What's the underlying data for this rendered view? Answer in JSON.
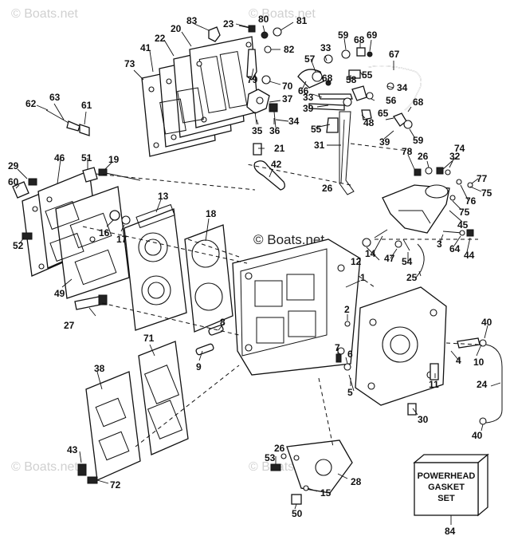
{
  "watermark": "© Boats.net",
  "gasket_set": {
    "lines": [
      "POWERHEAD",
      "GASKET",
      "SET"
    ],
    "callout": "84"
  },
  "callouts": [
    "1",
    "2",
    "3",
    "4",
    "5",
    "6",
    "7",
    "8",
    "9",
    "10",
    "11",
    "12",
    "13",
    "14",
    "15",
    "16",
    "17",
    "18",
    "19",
    "20",
    "21",
    "22",
    "23",
    "24",
    "25",
    "26",
    "26",
    "26",
    "27",
    "28",
    "29",
    "30",
    "31",
    "32",
    "33",
    "33",
    "34",
    "34",
    "35",
    "36",
    "37",
    "38",
    "39",
    "39",
    "40",
    "40",
    "41",
    "42",
    "43",
    "44",
    "45",
    "46",
    "47",
    "48",
    "49",
    "50",
    "51",
    "52",
    "53",
    "54",
    "55",
    "55",
    "56",
    "57",
    "58",
    "59",
    "59",
    "60",
    "61",
    "62",
    "63",
    "64",
    "65",
    "66",
    "67",
    "68",
    "68",
    "68",
    "69",
    "70",
    "71",
    "72",
    "73",
    "74",
    "75",
    "75",
    "76",
    "77",
    "78",
    "79",
    "80",
    "81",
    "82",
    "83"
  ]
}
